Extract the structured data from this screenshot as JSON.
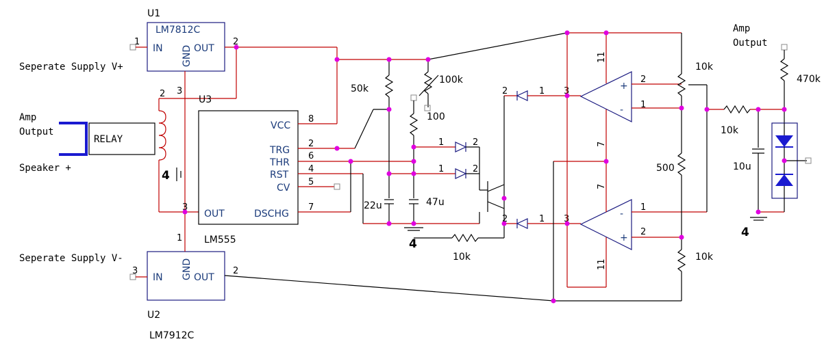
{
  "u1": {
    "ref": "U1",
    "part": "LM7812C",
    "pin_in": "IN",
    "pin_gnd": "GND",
    "pin_out": "OUT"
  },
  "u2": {
    "ref": "U2",
    "part": "LM7912C",
    "pin_in": "IN",
    "pin_gnd": "GND",
    "pin_out": "OUT"
  },
  "u3": {
    "ref": "U3",
    "part": "LM555",
    "pins": {
      "vcc": "VCC",
      "trg": "TRG",
      "thr": "THR",
      "rst": "RST",
      "cv": "CV",
      "out": "OUT",
      "dschg": "DSCHG"
    }
  },
  "labels": {
    "supply_pos": "Seperate Supply V+",
    "supply_neg": "Seperate Supply V-",
    "amp_output_left": "Amp\nOutput",
    "speaker_pos": "Speaker +",
    "relay": "RELAY",
    "amp_output_right": "Amp\nOutput"
  },
  "components": {
    "r_50k": "50k",
    "pot_100k": "100k",
    "r_100": "100",
    "c_22u": "22u",
    "c_47u": "47u",
    "r_10k_bottom": "10k",
    "r_10k_top": "10k",
    "r_500": "500",
    "r_10k_lower": "10k",
    "r_10k_series": "10k",
    "c_10u": "10u",
    "r_470k": "470k"
  },
  "ground_labels": {
    "g1": "4",
    "g2": "4",
    "g3": "4"
  },
  "pin_numbers": {
    "u1_in": "1",
    "u1_out": "2",
    "u1_gnd": "3",
    "u2_in": "3",
    "u2_out": "2",
    "u2_gnd": "1",
    "relay_coil": "2",
    "relay_out": "3",
    "u3_vcc": "8",
    "u3_trg": "2",
    "u3_thr": "6",
    "u3_rst": "4",
    "u3_cv": "5",
    "u3_dschg": "7",
    "d1_a": "1",
    "d1_k": "2",
    "d2_a": "1",
    "d2_k": "2",
    "d3_k": "2",
    "d3_a": "1",
    "d4_k": "2",
    "d4_a": "1",
    "op1_out": "3",
    "op1_pos": "2",
    "op1_neg": "1",
    "op1_vp": "11",
    "op1_vn": "7",
    "op2_out": "3",
    "op2_neg": "1",
    "op2_pos": "2",
    "op2_vp": "7",
    "op2_vn": "11"
  }
}
